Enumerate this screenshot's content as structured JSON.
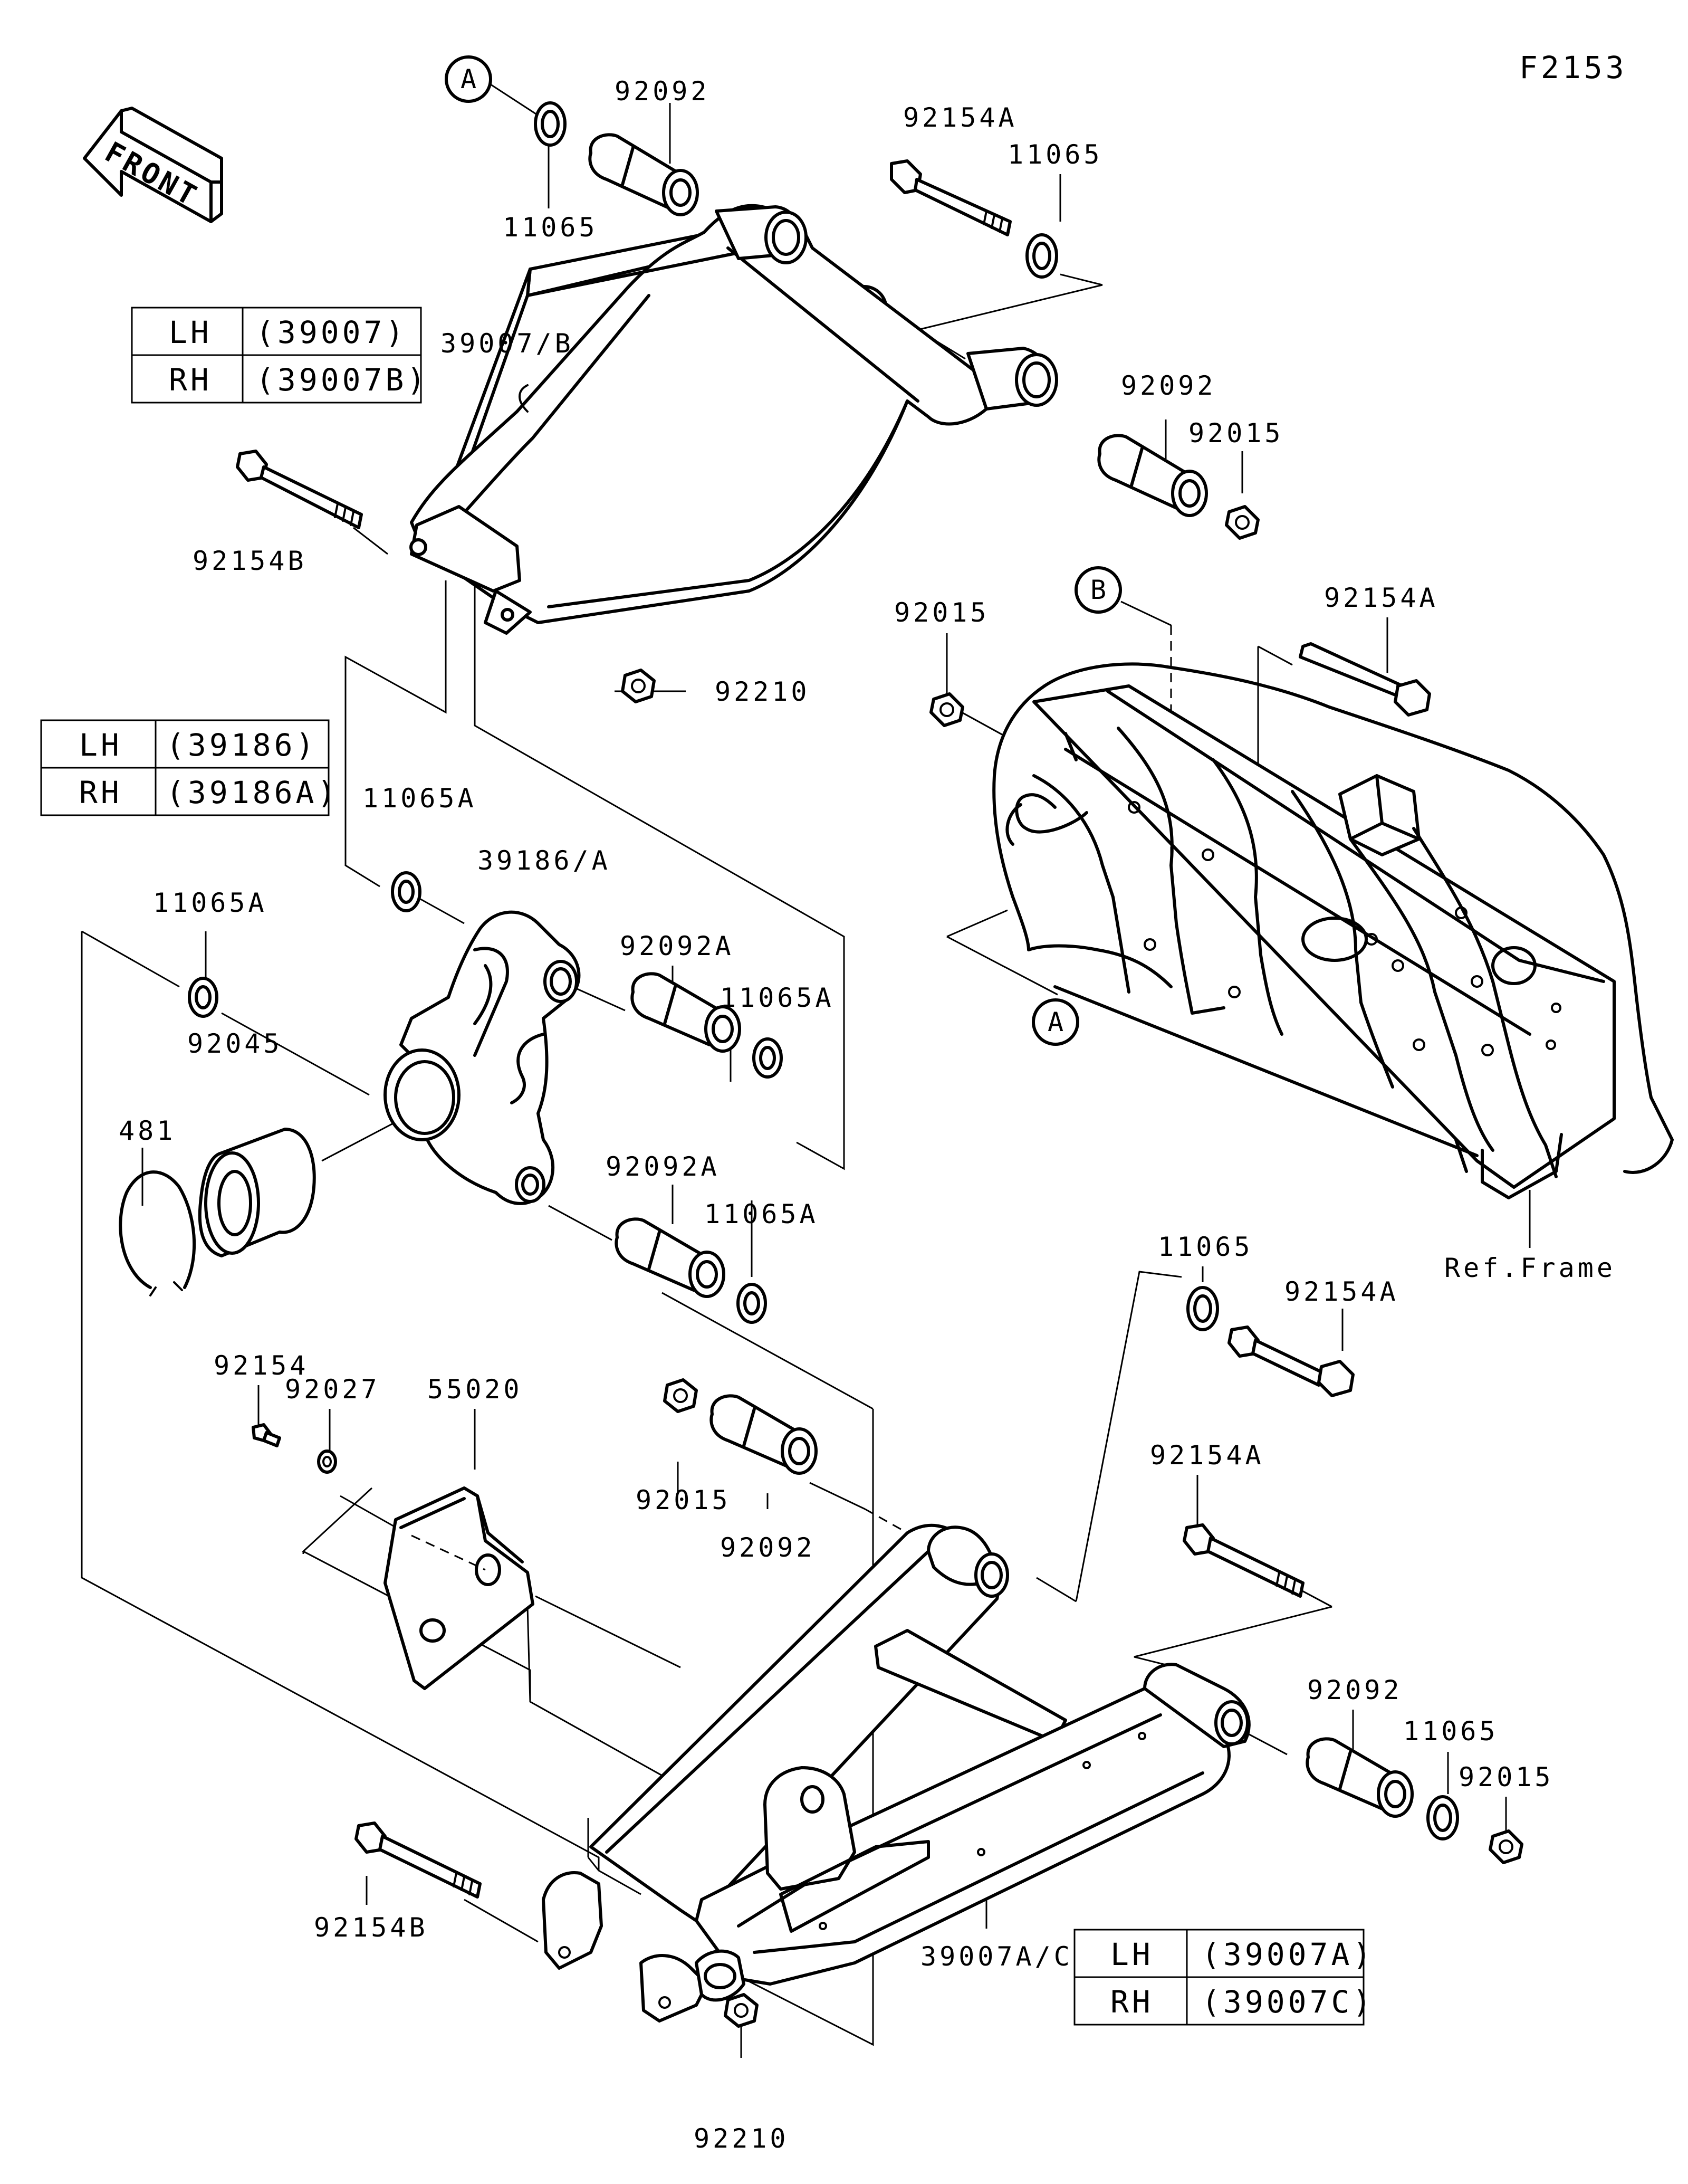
{
  "figure_code": "F2153",
  "front_arrow_label": "FRONT",
  "ref_markers": {
    "a": "A",
    "b": "B"
  },
  "reference_label": "Ref.Frame",
  "tables": {
    "upper_arm": [
      {
        "side": "LH",
        "part": "(39007)"
      },
      {
        "side": "RH",
        "part": "(39007B)"
      }
    ],
    "knuckle": [
      {
        "side": "LH",
        "part": "(39186)"
      },
      {
        "side": "RH",
        "part": "(39186A)"
      }
    ],
    "lower_arm": [
      {
        "side": "LH",
        "part": "(39007A)"
      },
      {
        "side": "RH",
        "part": "(39007C)"
      }
    ]
  },
  "callouts": {
    "c01": "92092",
    "c02": "11065",
    "c03": "92154A",
    "c04": "11065",
    "c05": "39007/B",
    "c06": "92092",
    "c07": "92015",
    "c08": "92154B",
    "c09": "92210",
    "c10": "92015",
    "c11": "92154A",
    "c12": "11065A",
    "c13": "39186/A",
    "c14": "11065A",
    "c15": "92092A",
    "c16": "11065A",
    "c17": "92045",
    "c18": "481",
    "c19": "92092A",
    "c20": "11065A",
    "c21": "11065",
    "c22": "92154A",
    "c23": "92154",
    "c24": "92027",
    "c25": "55020",
    "c26": "92154A",
    "c27": "92015",
    "c28": "92092",
    "c29": "92092",
    "c30": "11065",
    "c31": "92015",
    "c32": "92154B",
    "c33": "39007A/C",
    "c34": "92210"
  }
}
